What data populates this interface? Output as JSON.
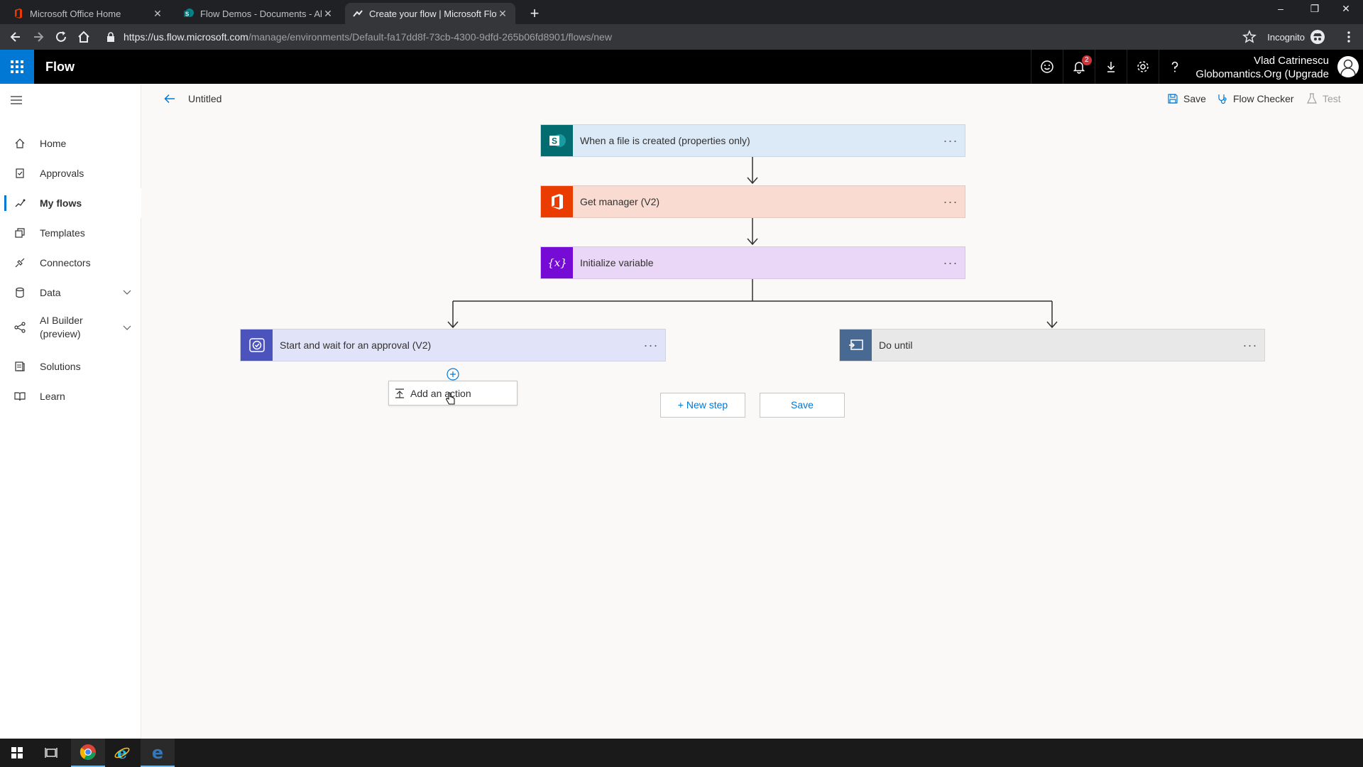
{
  "browser": {
    "tabs": [
      {
        "title": "Microsoft Office Home",
        "active": false
      },
      {
        "title": "Flow Demos - Documents - All D",
        "active": false
      },
      {
        "title": "Create your flow | Microsoft Flow",
        "active": true
      }
    ],
    "url_host": "https://us.flow.microsoft.com",
    "url_path": "/manage/environments/Default-fa17dd8f-73cb-4300-9dfd-265b06fd8901/flows/new",
    "incognito_label": "Incognito"
  },
  "header": {
    "app_title": "Flow",
    "notification_count": "2",
    "user_name": "Vlad Catrinescu",
    "user_org": "Globomantics.Org (Upgrade"
  },
  "sidebar": {
    "items": [
      {
        "label": "Home",
        "icon": "home-icon"
      },
      {
        "label": "Approvals",
        "icon": "approvals-icon"
      },
      {
        "label": "My flows",
        "icon": "flows-icon",
        "active": true
      },
      {
        "label": "Templates",
        "icon": "templates-icon"
      },
      {
        "label": "Connectors",
        "icon": "connectors-icon"
      },
      {
        "label": "Data",
        "icon": "data-icon",
        "expandable": true
      },
      {
        "label": "AI Builder\n(preview)",
        "icon": "ai-builder-icon",
        "expandable": true
      },
      {
        "label": "Solutions",
        "icon": "solutions-icon"
      },
      {
        "label": "Learn",
        "icon": "learn-icon"
      }
    ]
  },
  "commandbar": {
    "flow_name": "Untitled",
    "save_label": "Save",
    "checker_label": "Flow Checker",
    "test_label": "Test"
  },
  "canvas": {
    "steps": [
      {
        "label": "When a file is created (properties only)",
        "icon": "sharepoint-icon",
        "color": "#036c70"
      },
      {
        "label": "Get manager (V2)",
        "icon": "office365-icon",
        "color": "#eb3c00"
      },
      {
        "label": "Initialize variable",
        "icon": "variable-icon",
        "color": "#770bd6"
      },
      {
        "label": "Start and wait for an approval (V2)",
        "icon": "approval-icon",
        "color": "#4b53bc"
      },
      {
        "label": "Do until",
        "icon": "loop-icon",
        "color": "#486991"
      }
    ],
    "more_label": "···",
    "add_action_label": "Add an action",
    "new_step_label": "+ New step",
    "save_label": "Save"
  }
}
